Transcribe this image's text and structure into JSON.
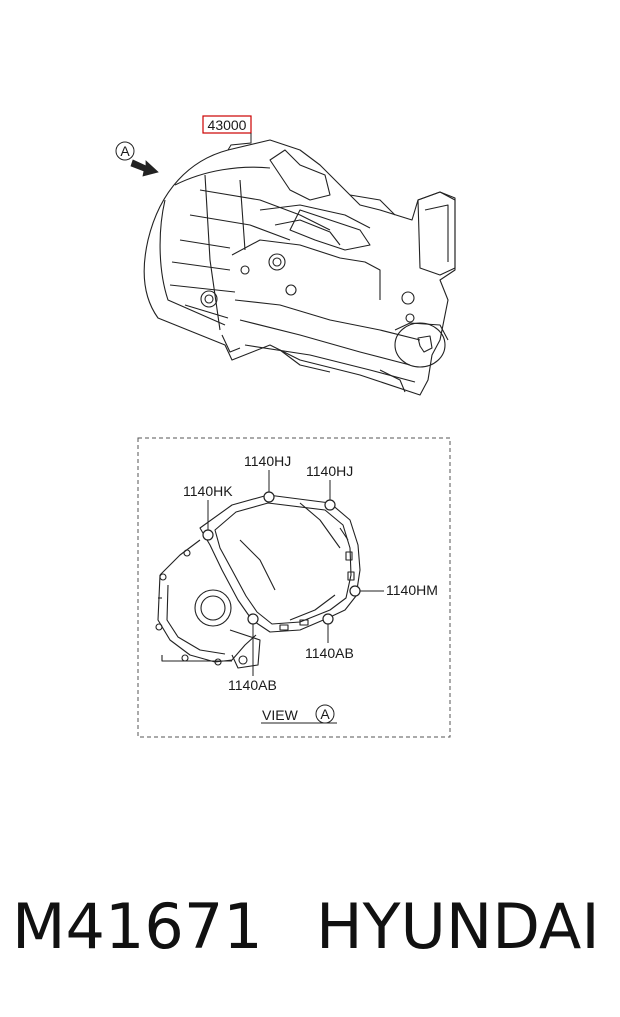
{
  "assembly": {
    "part_number": "43000",
    "highlight_color": "#cc0000",
    "view_marker": "A"
  },
  "view_a": {
    "title": "VIEW",
    "marker": "A",
    "callouts": [
      {
        "id": "bolt-hj-top",
        "label": "1140HJ"
      },
      {
        "id": "bolt-hj-right",
        "label": "1140HJ"
      },
      {
        "id": "bolt-hk",
        "label": "1140HK"
      },
      {
        "id": "bolt-hm",
        "label": "1140HM"
      },
      {
        "id": "bolt-ab-right",
        "label": "1140AB"
      },
      {
        "id": "bolt-ab-bottom",
        "label": "1140AB"
      }
    ]
  },
  "footer": {
    "code": "M41671",
    "brand": "HYUNDAI"
  }
}
